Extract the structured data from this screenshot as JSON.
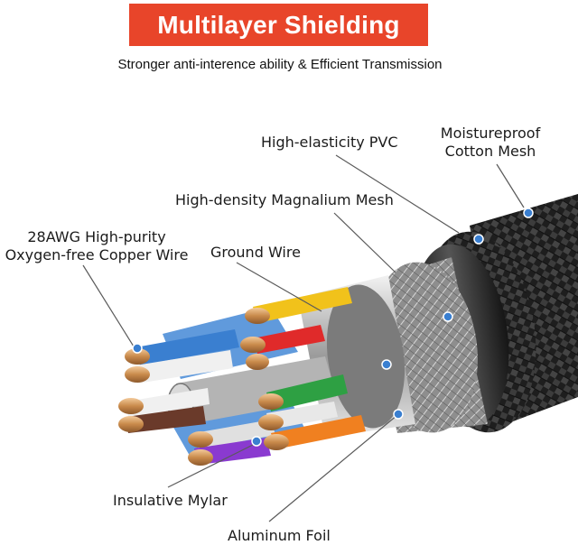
{
  "header": {
    "title": "Multilayer Shielding",
    "subtitle": "Stronger anti-interence ability & Efficient Transmission"
  },
  "labels": {
    "pvc": "High-elasticity PVC",
    "cotton_line1": "Moistureproof",
    "cotton_line2": "Cotton Mesh",
    "magnalium": "High-density Magnalium Mesh",
    "copper_line1": "28AWG High-purity",
    "copper_line2": "Oxygen-free Copper Wire",
    "ground": "Ground Wire",
    "mylar": "Insulative Mylar",
    "foil": "Aluminum Foil"
  },
  "colors": {
    "banner": "#e8452a",
    "callout_dot": "#3a7fd0",
    "jacket": "#2b2b2b",
    "braid": "#9a9a9a",
    "copper": "#c98a4b"
  },
  "illustration": "braided-cable-cross-section"
}
